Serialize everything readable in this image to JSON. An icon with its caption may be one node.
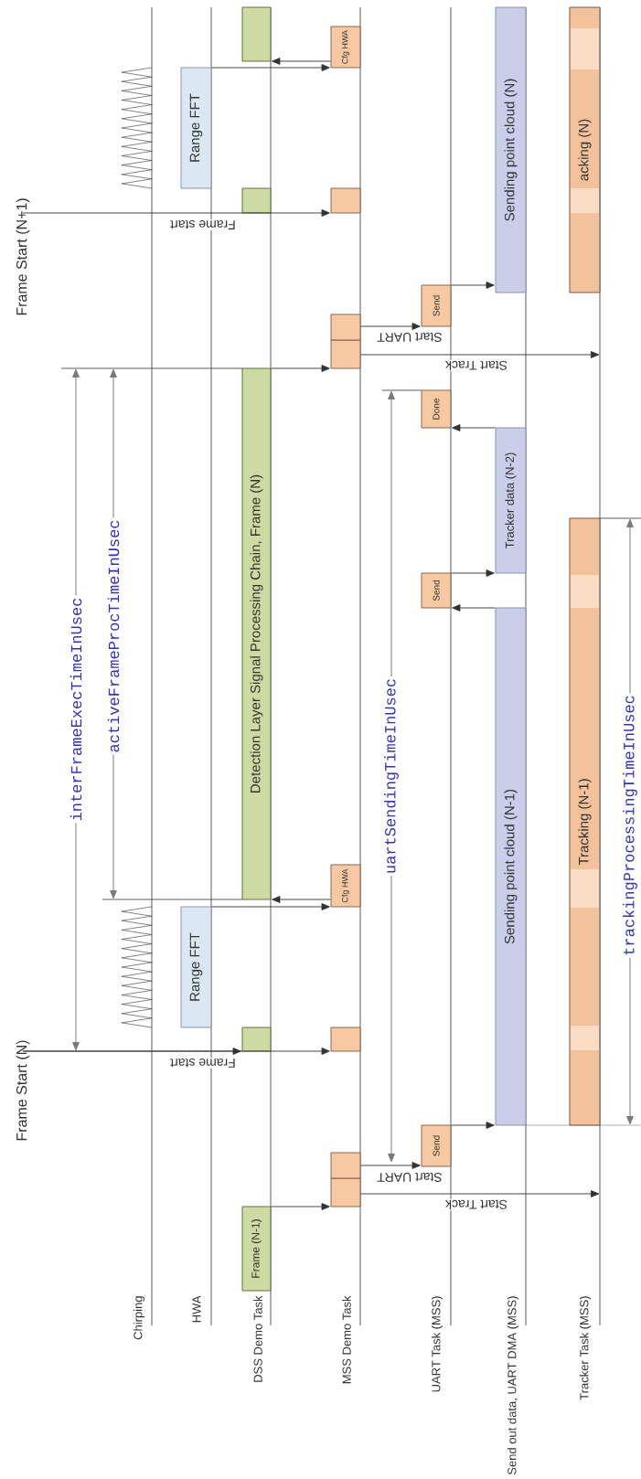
{
  "diagram": {
    "nodes": [
      {
        "text": [
          "Frame Start (N)"
        ]
      },
      {
        "text": [
          "Frame Start (N+1)"
        ]
      },
      {
        "text": [
          "Frame (N-1)"
        ]
      },
      {
        "text": [],
        "shape": "box"
      },
      {
        "text": [],
        "shape": "box"
      },
      {
        "text": [
          "Send"
        ]
      },
      {
        "text": [
          "Sending point cloud (N-1)"
        ]
      },
      {
        "text": [
          "Tracking (N-1)"
        ]
      },
      {
        "text": [],
        "shape": "box"
      },
      {
        "text": [],
        "shape": "box"
      },
      {
        "text": [
          "Range FFT"
        ]
      },
      {
        "text": [
          "Cfg HWA"
        ]
      },
      {
        "text": [
          "Detection Layer Signal Processing Chain, Frame (N)"
        ]
      },
      {
        "text": [
          "Send"
        ]
      },
      {
        "text": [
          "Tracker data (N-2)"
        ]
      },
      {
        "text": [
          "Done"
        ]
      },
      {
        "text": [],
        "shape": "box"
      },
      {
        "text": [],
        "shape": "box"
      },
      {
        "text": [
          "Send"
        ]
      },
      {
        "text": [
          "Sending point cloud (N)"
        ]
      },
      {
        "text": [
          "acking (N)"
        ]
      },
      {
        "text": [],
        "shape": "box"
      },
      {
        "text": [],
        "shape": "box"
      },
      {
        "text": [
          "Range FFT"
        ]
      },
      {
        "text": [
          "Cfg HWA"
        ]
      },
      {
        "text": [],
        "shape": "box"
      }
    ],
    "edges": [
      {
        "from": 0,
        "to": 9,
        "arrow": "to",
        "label": "Frame start"
      },
      {
        "from": 0,
        "to": 8,
        "arrow": "to"
      },
      {
        "from": 1,
        "to": 22,
        "arrow": "to",
        "label": "Frame start"
      },
      {
        "from": 2,
        "to": 3,
        "arrow": "to"
      },
      {
        "from": 3,
        "to": null,
        "arrow": "to",
        "label": "Start Track"
      },
      {
        "from": 4,
        "to": 5,
        "arrow": "to",
        "label": "Start UART"
      },
      {
        "from": 5,
        "to": 6,
        "arrow": "to"
      },
      {
        "from": 10,
        "to": 11,
        "arrow": "to"
      },
      {
        "from": 11,
        "to": 12,
        "arrow": "to"
      },
      {
        "from": 12,
        "to": 16,
        "arrow": "to"
      },
      {
        "from": 6,
        "to": 13,
        "arrow": "to"
      },
      {
        "from": 13,
        "to": 14,
        "arrow": "to"
      },
      {
        "from": 14,
        "to": 15,
        "arrow": "to"
      },
      {
        "from": 17,
        "to": 18,
        "arrow": "to",
        "label": "Start UART"
      },
      {
        "from": 16,
        "to": null,
        "arrow": "to",
        "label": "Start Track"
      },
      {
        "from": 18,
        "to": 19,
        "arrow": "to"
      },
      {
        "from": 23,
        "to": 24,
        "arrow": "to"
      },
      {
        "from": 24,
        "to": 25,
        "arrow": "to"
      }
    ],
    "labels": [
      "Chirping",
      "HWA",
      "DSS Demo Task",
      "MSS Demo Task",
      "UART Task (MSS)",
      "Send out data, UART DMA (MSS)",
      "Tracker Task (MSS)",
      "interFrameExecTimeInUsec",
      "activeFrameProcTimeInUsec",
      "uartSendingTimeInUsec",
      "trackingProcessingTimeInUsec"
    ]
  }
}
